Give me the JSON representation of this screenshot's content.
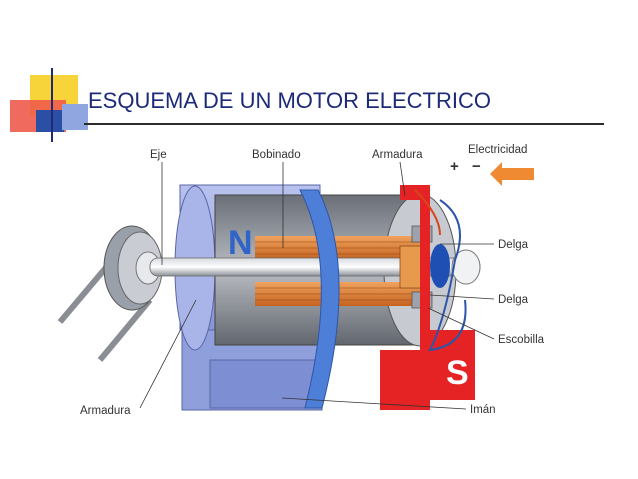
{
  "slide": {
    "title": "ESQUEMA DE UN MOTOR ELECTRICO"
  },
  "labels": {
    "eje": "Eje",
    "bobinado": "Bobinado",
    "armadura_top": "Armadura",
    "electricidad": "Electricidad",
    "plus": "+",
    "minus": "−",
    "delga_1": "Delga",
    "delga_2": "Delga",
    "escobilla": "Escobilla",
    "armadura_bottom": "Armadura",
    "iman": "Imán",
    "pole_n": "N",
    "pole_s": "S"
  },
  "colors": {
    "title_text": "#1c2a78",
    "deco_yellow": "#f7d43a",
    "deco_red": "#e83a3a",
    "deco_blue": "#2c4fa6",
    "magnet_blue": "#8f9fdc",
    "magnet_red": "#e52325",
    "coil_copper": "#d9782f",
    "arrow_orange": "#f08a32"
  }
}
